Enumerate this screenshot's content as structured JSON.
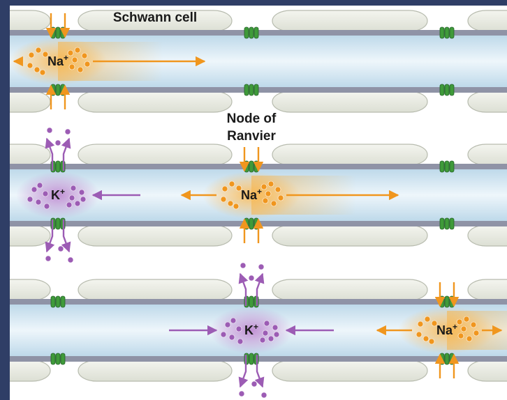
{
  "labels": {
    "schwann_cell": "Schwann cell",
    "node_of_ranvier_line1": "Node of",
    "node_of_ranvier_line2": "Ranvier"
  },
  "ions": {
    "sodium": "Na",
    "potassium": "K",
    "charge": "+"
  },
  "colors": {
    "sodium": "#f0961e",
    "potassium": "#9c5cb4",
    "membrane": "#8f93a6",
    "axoplasm": "#cde3f0",
    "channel": "#3f9a3a",
    "myelin": "#e9ebe2",
    "border": "#2f3e66"
  },
  "panels": [
    {
      "sodium_node": 1,
      "potassium_node": null
    },
    {
      "sodium_node": 2,
      "potassium_node": 1
    },
    {
      "sodium_node": 3,
      "potassium_node": 2
    }
  ]
}
